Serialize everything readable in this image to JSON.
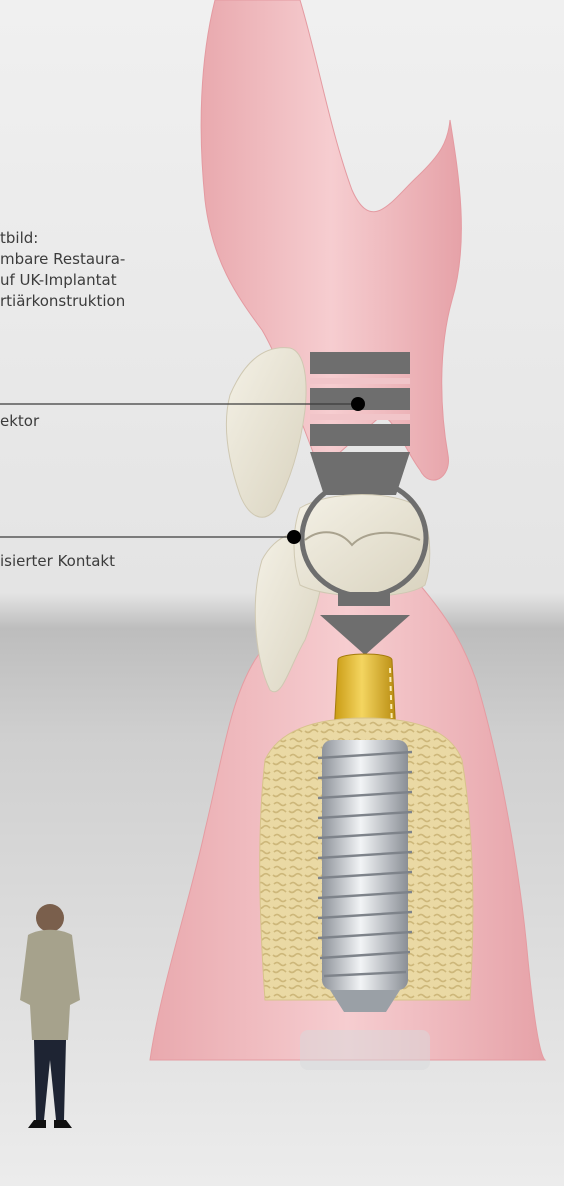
{
  "caption": {
    "lines": [
      "tbild:",
      "mbare Restaura-",
      "uf UK-Implantat",
      "rtiärkonstruktion"
    ]
  },
  "labels": {
    "connector": "ektor",
    "contact": "isierter Kontakt"
  },
  "colors": {
    "background_top": "#ededed",
    "background_bottom": "#cdcdcd",
    "gum": "#f0c2c6",
    "gum_dark": "#de8e96",
    "tooth": "#ebe6d6",
    "connector_gray": "#6e6e6e",
    "abutment_gold": "#e2bb3a",
    "bone": "#e6d59f",
    "implant_silver": "#c9cdd2"
  },
  "icons": [
    "connector-marker-icon",
    "contact-marker-icon",
    "arrow-down-icon"
  ]
}
